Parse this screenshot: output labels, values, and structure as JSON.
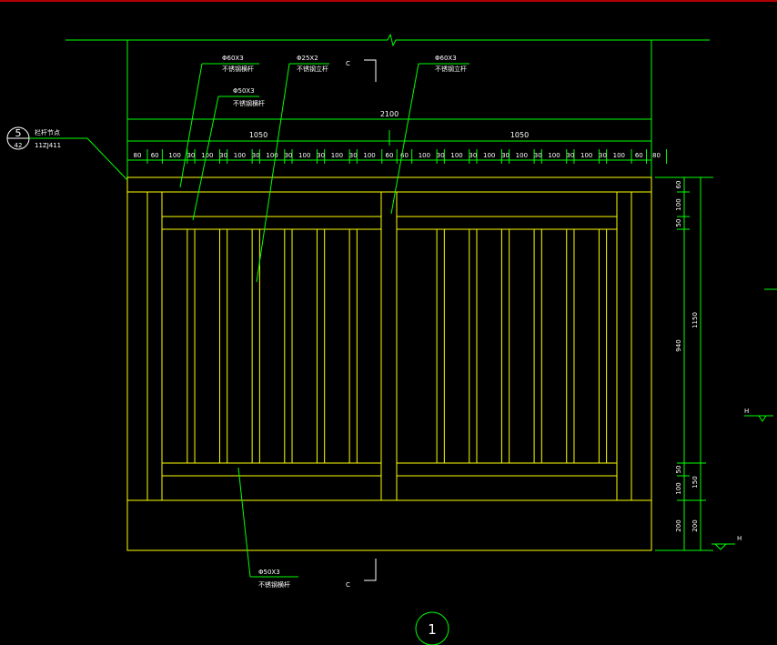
{
  "drawing": {
    "colors": {
      "background": "#000000",
      "frame": "#ffff00",
      "dimension": "#00ff00",
      "text": "#ffffff",
      "top_edge": "#cc0000"
    },
    "overall_width": "2100",
    "half_width_left": "1050",
    "half_width_right": "1050",
    "segments_left": [
      "80",
      "60",
      "100",
      "30",
      "100",
      "30",
      "100",
      "30",
      "100",
      "30",
      "100",
      "30",
      "100",
      "30",
      "100",
      "60"
    ],
    "segments_right": [
      "60",
      "100",
      "30",
      "100",
      "30",
      "100",
      "30",
      "100",
      "30",
      "100",
      "30",
      "100",
      "30",
      "100",
      "60",
      "80"
    ],
    "height_total": "1150",
    "height_middle": "940",
    "height_base": "200",
    "v_dims_inner": [
      "60",
      "100",
      "50",
      "50",
      "100"
    ],
    "v_dim_150": "150",
    "section_mark": "C",
    "level_mark": "H",
    "detail_bubble": {
      "number": "5",
      "sheet": "42",
      "title": "栏杆节点",
      "ref": "11ZJ411"
    },
    "labels": {
      "top_rail_spec": "Φ60X3",
      "top_rail_name": "不锈钢横杆",
      "sub_rail_spec": "Φ50X3",
      "sub_rail_name": "不锈钢横杆",
      "baluster_spec": "Φ25X2",
      "baluster_name": "不锈钢立杆",
      "post_spec": "Φ60X3",
      "post_name": "不锈钢立杆",
      "bottom_rail_spec": "Φ50X3",
      "bottom_rail_name": "不锈钢横杆"
    },
    "drawing_number": "1"
  }
}
